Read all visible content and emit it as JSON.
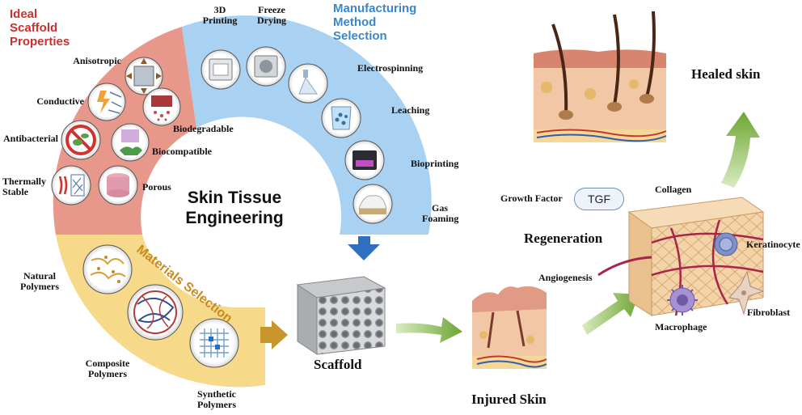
{
  "title": "Skin Tissue Engineering",
  "sections": {
    "properties": {
      "title": "Ideal Scaffold Properties",
      "items": [
        "Anisotropic",
        "Conductive",
        "Biodegradable",
        "Antibacterial",
        "Biocompatible",
        "Thermally Stable",
        "Porous"
      ]
    },
    "manufacturing": {
      "title": "Manufacturing Method Selection",
      "items": [
        "3D Printing",
        "Freeze Drying",
        "Electrospinning",
        "Leaching",
        "Bioprinting",
        "Gas Foaming"
      ]
    },
    "materials": {
      "title": "Materials Selection",
      "items": [
        "Natural Polymers",
        "Composite Polymers",
        "Synthetic Polymers"
      ]
    }
  },
  "labels": {
    "scaffold": "Scaffold",
    "injured_skin": "Injured Skin",
    "healed_skin": "Healed skin",
    "regeneration": "Regeneration",
    "growth_factor": "Growth Factor",
    "tgf": "TGF",
    "collagen": "Collagen",
    "keratinocyte": "Keratinocyte",
    "angiogenesis": "Angiogenesis",
    "macrophage": "Macrophage",
    "fibroblast": "Fibroblast"
  },
  "colors": {
    "properties_band": "#e8988a",
    "manufacturing_band": "#9ecbef",
    "materials_band": "#f7d98a",
    "properties_title": "#c8312d",
    "manufacturing_title": "#3b86c9",
    "materials_title": "#c98a1e",
    "arrow_green": "#7cae3f",
    "arrow_blue": "#2f6fc0",
    "arrow_gold": "#c9962e"
  }
}
